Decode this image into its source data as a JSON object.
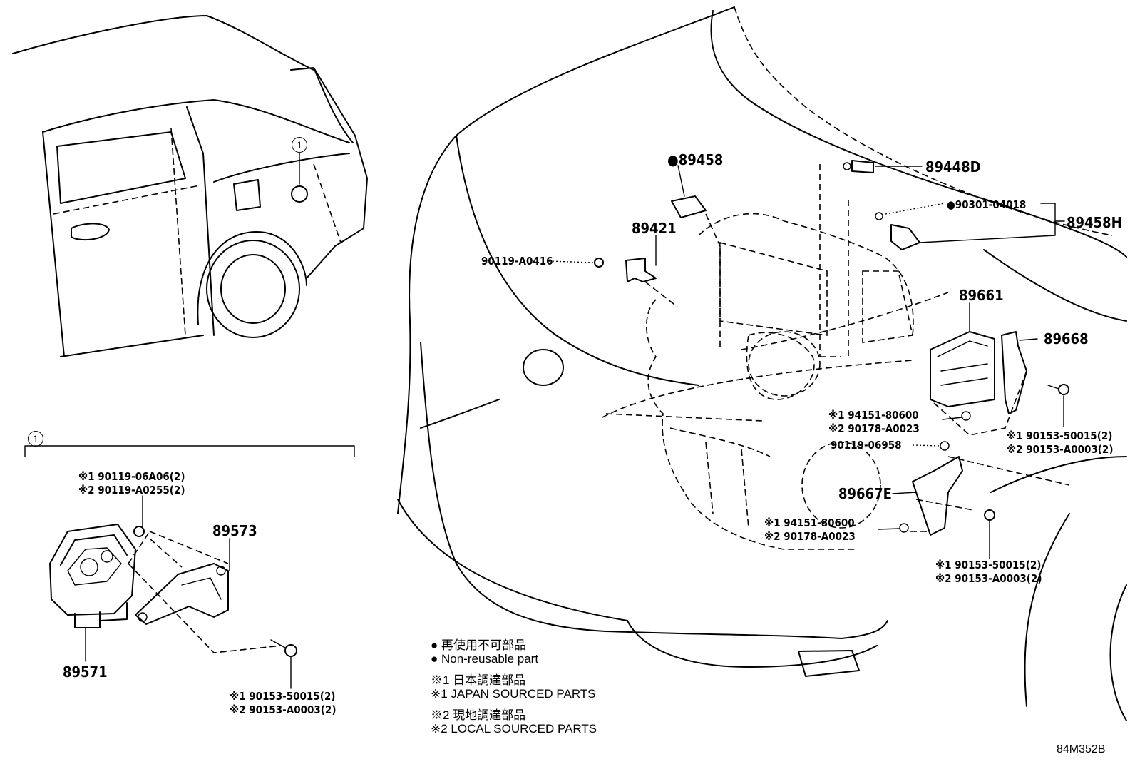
{
  "callout_ref": "1",
  "parts": {
    "p89458": "●89458",
    "p89448D": "89448D",
    "p90301": "●90301-04018",
    "p89458H": "89458H",
    "p89421": "89421",
    "p90119_A0416": "90119-A0416",
    "p89661": "89661",
    "p89668": "89668",
    "p94151_a_1": "※1 94151-80600",
    "p90178_a_2": "※2 90178-A0023",
    "p90153_r_1": "※1 90153-50015(2)",
    "p90153_r_2": "※2 90153-A0003(2)",
    "p90119_06958": "90119-06958",
    "p89667E": "89667E",
    "p94151_b_1": "※1 94151-80600",
    "p90178_b_2": "※2 90178-A0023",
    "p90153_b_1": "※1 90153-50015(2)",
    "p90153_b_2": "※2 90153-A0003(2)",
    "p90119_06A06": "※1 90119-06A06(2)",
    "p90119_A0255": "※2 90119-A0255(2)",
    "p89573": "89573",
    "p89571": "89571",
    "p90153_l_1": "※1 90153-50015(2)",
    "p90153_l_2": "※2 90153-A0003(2)"
  },
  "legend": {
    "l1": "● 再使用不可部品",
    "l2": "● Non-reusable part",
    "l3": "※1 日本調達部品",
    "l4": "※1 JAPAN SOURCED PARTS",
    "l5": "※2 現地調達部品",
    "l6": "※2 LOCAL SOURCED PARTS"
  },
  "drawing_code": "84M352B"
}
